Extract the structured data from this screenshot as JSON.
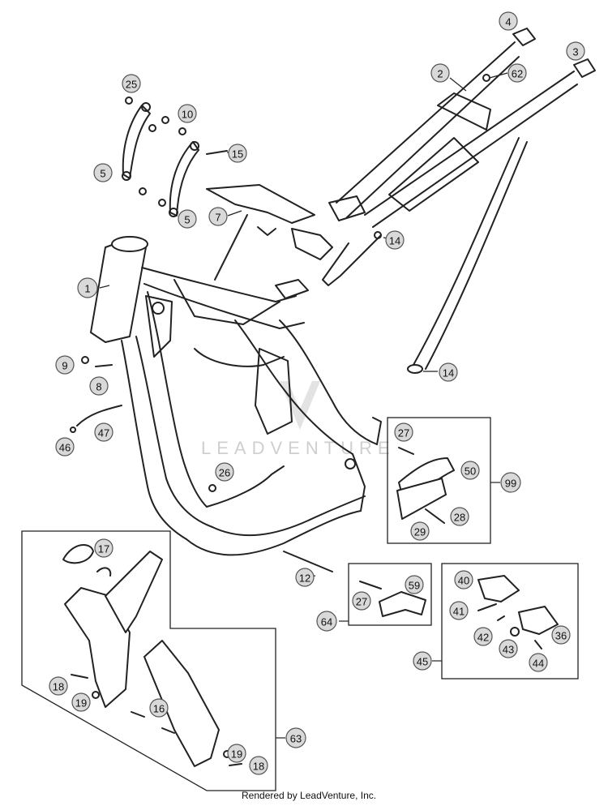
{
  "diagram": {
    "footer_credit": "Rendered by LeadVenture, Inc.",
    "watermark_text": "LEADVENTURE",
    "callouts": {
      "c1": "1",
      "c2": "2",
      "c3": "3",
      "c4": "4",
      "c5a": "5",
      "c5b": "5",
      "c7": "7",
      "c8": "8",
      "c9": "9",
      "c10": "10",
      "c12": "12",
      "c14a": "14",
      "c14b": "14",
      "c15": "15",
      "c16": "16",
      "c17": "17",
      "c18a": "18",
      "c18b": "18",
      "c19a": "19",
      "c19b": "19",
      "c25": "25",
      "c26": "26",
      "c27a": "27",
      "c27b": "27",
      "c28": "28",
      "c29": "29",
      "c36": "36",
      "c40": "40",
      "c41": "41",
      "c42": "42",
      "c43": "43",
      "c44": "44",
      "c45": "45",
      "c46": "46",
      "c47": "47",
      "c50": "50",
      "c59": "59",
      "c62": "62",
      "c63": "63",
      "c64": "64",
      "c99": "99"
    }
  }
}
